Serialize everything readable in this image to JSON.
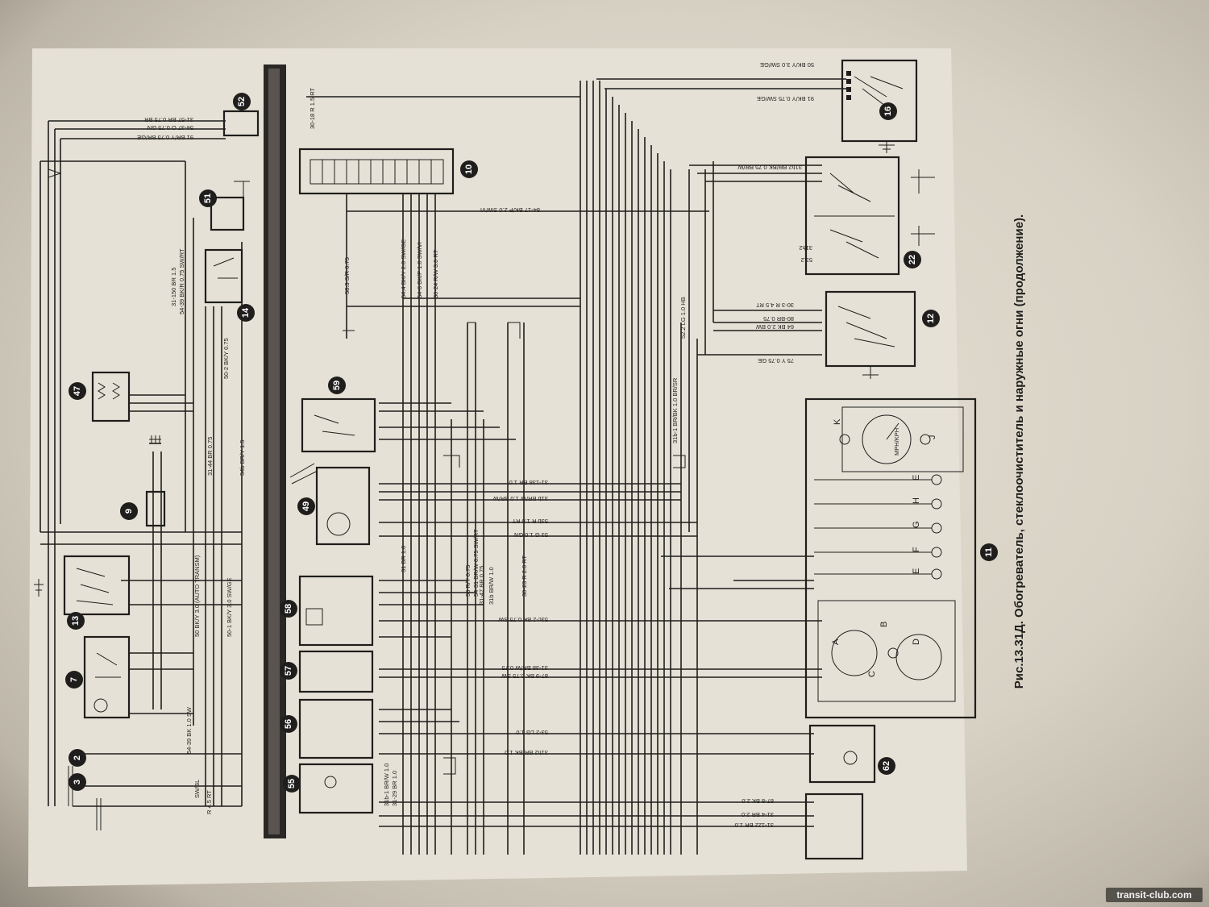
{
  "caption": "Рис.13.31Д. Обогреватель, стеклоочиститель и наружные огни (продолжение).",
  "watermark": "transit-club.com",
  "colors": {
    "ink": "#1f1e1c",
    "paper": "#e4dfd3"
  },
  "components": [
    {
      "id": "c16",
      "num": "16"
    },
    {
      "id": "c22",
      "num": "22"
    },
    {
      "id": "c12",
      "num": "12"
    },
    {
      "id": "c10",
      "num": "10"
    },
    {
      "id": "c11",
      "num": "11"
    },
    {
      "id": "c62",
      "num": "62"
    },
    {
      "id": "c52",
      "num": "52"
    },
    {
      "id": "c51",
      "num": "51"
    },
    {
      "id": "c14",
      "num": "14"
    },
    {
      "id": "c47",
      "num": "47"
    },
    {
      "id": "c9",
      "num": "9"
    },
    {
      "id": "c13",
      "num": "13"
    },
    {
      "id": "c7",
      "num": "7"
    },
    {
      "id": "c2",
      "num": "2"
    },
    {
      "id": "c3",
      "num": "3"
    },
    {
      "id": "c59",
      "num": "59"
    },
    {
      "id": "c49",
      "num": "49"
    },
    {
      "id": "c58",
      "num": "58"
    },
    {
      "id": "c57",
      "num": "57"
    },
    {
      "id": "c56",
      "num": "56"
    },
    {
      "id": "c55",
      "num": "55"
    }
  ],
  "wire_labels": [
    "50 BK/Y 3.0 SW/GE",
    "91 BK/Y 0.75 SW/GE",
    "31h2 BR/BK 0.75 BR/W",
    "30-3 R 4.5 RT",
    "80-BR 0.75",
    "64 BK 2.0 BW",
    "75 Y 0.75 GE",
    "53.2",
    "31h2",
    "52.2 LG 1.0 HB",
    "31b-1 BR/BK 1.0 BR/SR",
    "84-17 BK/P 2.0 SW/VI",
    "58.3 S/R 0.75",
    "54.4 BK/Y 2.0 SW/GE",
    "54-6 BK/P 1.0 SW/VI",
    "30-24 R/W 3.0 RT",
    "30-18 R 1.5 RT",
    "31-57 BR 0.75 BR",
    "54-37 O 0.75 GN",
    "91 BR/Y 0.75 BR/GE",
    "31-150 BR 1.5",
    "54-39 BK/R 0.75 SW/RT",
    "50-2 BK/Y 0.75",
    "31-44 BR 0.75",
    "54b BR/Y 1.5",
    "50 BK/Y 3.0 (AUTO TRANSM)",
    "50-1 BK/Y 3.0 SW/GE",
    "54-39 BK 1.0 SW",
    "R 4.5 RT",
    "SW/BL",
    "31-138 BR 1.0",
    "31b BR/W 1.0 BR/W",
    "53b R 1.0 RT",
    "53 G 1.0 GN",
    "31 BR 1.0",
    "56 R/Y 0.75",
    "54-31 BR/W 0.75 SW/RT",
    "31-47 BR 0.75",
    "31b BR/W 1.0",
    "30-23 R 2.0 RT",
    "53c-2 BK 0.75 SW",
    "31-38 BR/W 0.75",
    "87-9 BK 0.75 SW",
    "53-2 LG 1.0",
    "31h2 BR/BK 1.0",
    "87-8 BK 2.0",
    "31-4 BR 2.0",
    "31-122 BR 1.0",
    "31b-1 BR/W 1.0",
    "31-29 BR 1.0"
  ],
  "instrument_letters": [
    "A",
    "B",
    "C",
    "D",
    "E",
    "F",
    "G",
    "H",
    "E",
    "J",
    "K"
  ],
  "gauge_label": "MPH/KPH"
}
